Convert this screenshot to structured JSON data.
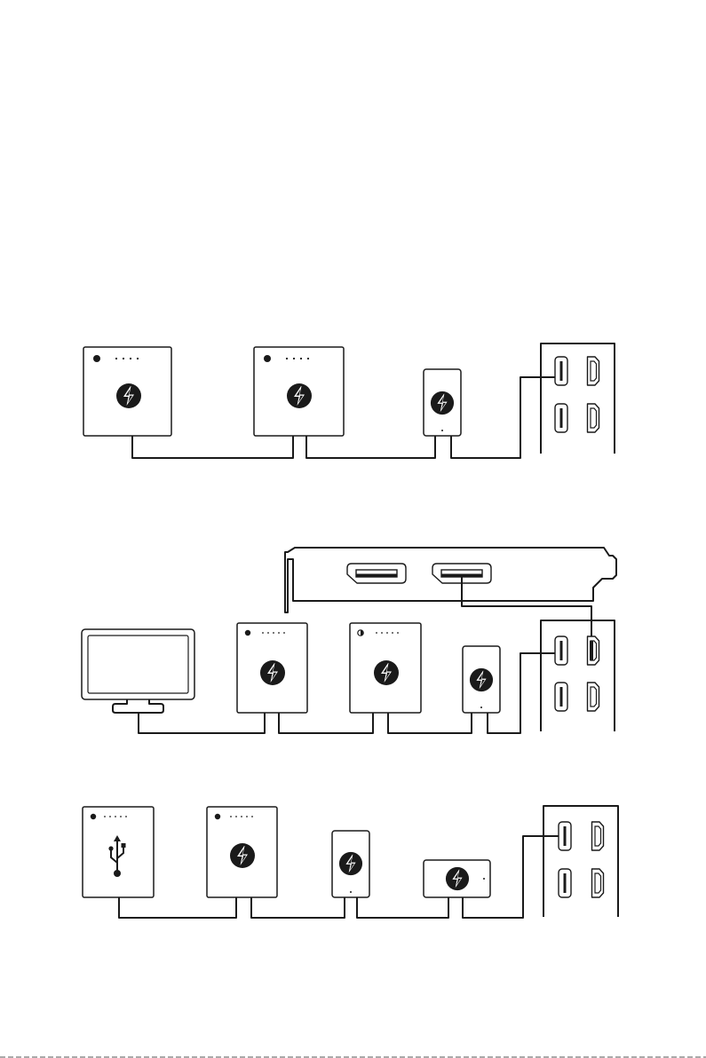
{
  "diagram": {
    "setups": [
      {
        "devices": [
          "thunderbolt-device",
          "thunderbolt-device",
          "thunderbolt-dongle",
          "io-panel"
        ]
      },
      {
        "devices": [
          "monitor",
          "thunderbolt-device",
          "thunderbolt-device",
          "thunderbolt-dongle",
          "io-panel",
          "graphics-card-bracket"
        ]
      },
      {
        "devices": [
          "usb-device",
          "thunderbolt-device",
          "thunderbolt-dongle",
          "thunderbolt-dongle-horizontal",
          "io-panel"
        ]
      }
    ],
    "icons": {
      "thunderbolt": "thunderbolt-icon",
      "usb": "usb-icon",
      "monitor": "monitor-icon",
      "port_thunderbolt": "thunderbolt-port-icon",
      "port_mini_displayport": "mini-displayport-icon",
      "port_displayport": "displayport-icon"
    },
    "colors": {
      "line": "#1a1a1a",
      "background": "#ffffff"
    }
  }
}
